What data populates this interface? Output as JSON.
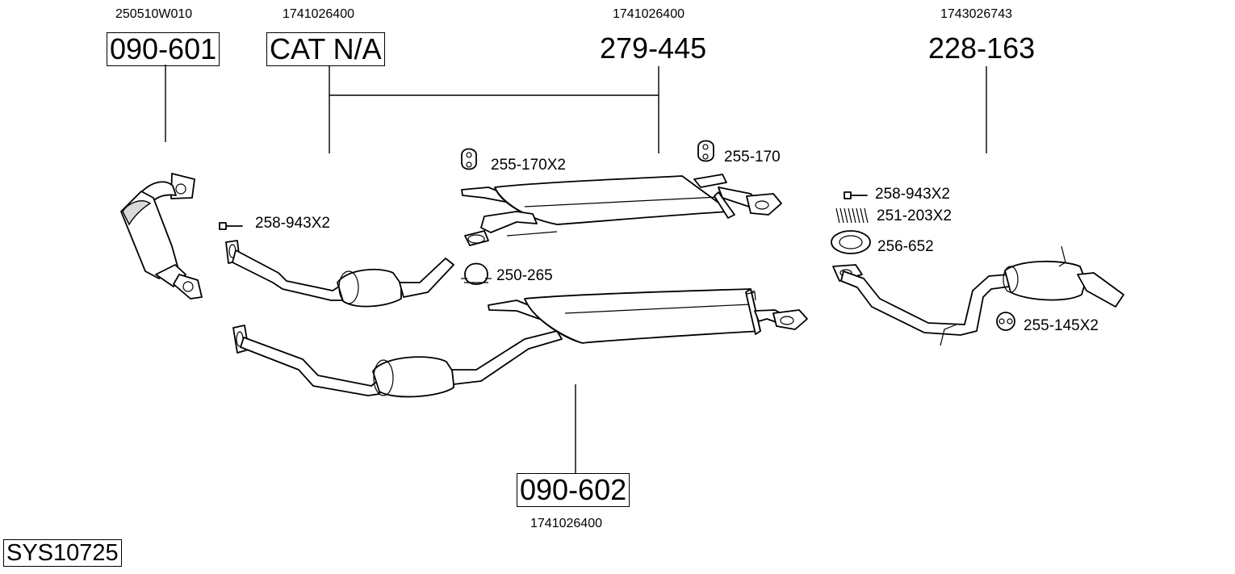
{
  "diagram": {
    "system_code": "SYS10725",
    "callouts": [
      {
        "id": "c1",
        "ref": "250510W010",
        "part": "090-601",
        "boxed": true
      },
      {
        "id": "c2",
        "ref": "1741026400",
        "part": "CAT N/A",
        "boxed": true
      },
      {
        "id": "c3",
        "ref": "1741026400",
        "part": "279-445",
        "boxed": false
      },
      {
        "id": "c4",
        "ref": "1743026743",
        "part": "228-163",
        "boxed": false
      },
      {
        "id": "c5",
        "ref": "1741026400",
        "part": "090-602",
        "boxed": true
      }
    ],
    "accessories": [
      {
        "id": "a1",
        "label": "255-170X2",
        "icon": "rubber-hanger-icon"
      },
      {
        "id": "a2",
        "label": "255-170",
        "icon": "rubber-hanger-icon"
      },
      {
        "id": "a3",
        "label": "258-943X2",
        "icon": "bolt-icon"
      },
      {
        "id": "a4",
        "label": "250-265",
        "icon": "clamp-icon"
      },
      {
        "id": "a5",
        "label": "258-943X2",
        "icon": "bolt-icon"
      },
      {
        "id": "a6",
        "label": "251-203X2",
        "icon": "spring-icon"
      },
      {
        "id": "a7",
        "label": "256-652",
        "icon": "gasket-ring-icon"
      },
      {
        "id": "a8",
        "label": "255-145X2",
        "icon": "rubber-mount-icon"
      }
    ]
  }
}
